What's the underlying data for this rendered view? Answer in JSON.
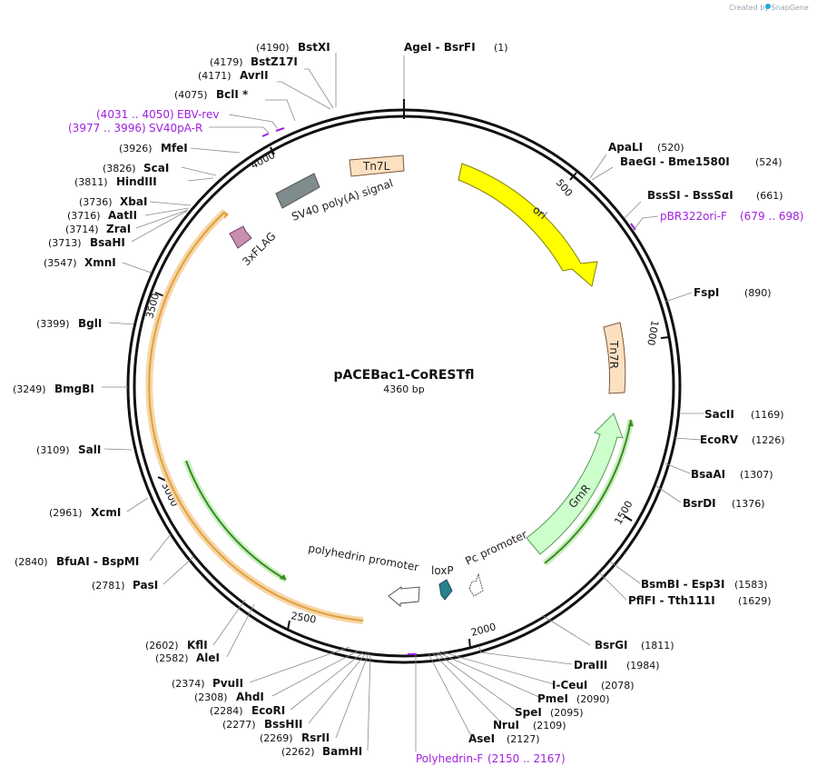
{
  "watermark": "Created by SnapGene",
  "plasmid": {
    "name": "pACEBac1-CoRESTfl",
    "length": "4360 bp"
  },
  "tick_labels": [
    "500",
    "1000",
    "1500",
    "2000",
    "2500",
    "3000",
    "3500",
    "4000"
  ],
  "features": [
    {
      "name": "SV40 poly(A) signal",
      "color": "#7f8c8d"
    },
    {
      "name": "Tn7L",
      "color": "#fde0c0"
    },
    {
      "name": "3xFLAG",
      "color": "#c890b0"
    },
    {
      "name": "ori",
      "color": "#ffff00"
    },
    {
      "name": "Tn7R",
      "color": "#fde0c0"
    },
    {
      "name": "GmR",
      "color": "#ccffcc"
    },
    {
      "name": "Pc promoter",
      "color": "#ffffff"
    },
    {
      "name": "loxP",
      "color": "#2a7f8f"
    },
    {
      "name": "polyhedrin promoter",
      "color": "#ffffff"
    }
  ],
  "enzymes": [
    {
      "name": "AgeI  -  BsrFI",
      "pos": "(1)"
    },
    {
      "name": "ApaLI",
      "pos": "(520)"
    },
    {
      "name": "BaeGI  -  Bme1580I",
      "pos": "(524)"
    },
    {
      "name": "BssSI  -  BssSαI",
      "pos": "(661)"
    },
    {
      "name": "FspI",
      "pos": "(890)"
    },
    {
      "name": "SacII",
      "pos": "(1169)"
    },
    {
      "name": "EcoRV",
      "pos": "(1226)"
    },
    {
      "name": "BsaAI",
      "pos": "(1307)"
    },
    {
      "name": "BsrDI",
      "pos": "(1376)"
    },
    {
      "name": "BsmBI  -  Esp3I",
      "pos": "(1583)"
    },
    {
      "name": "PflFI  -  Tth111I",
      "pos": "(1629)"
    },
    {
      "name": "BsrGI",
      "pos": "(1811)"
    },
    {
      "name": "DraIII",
      "pos": "(1984)"
    },
    {
      "name": "I-CeuI",
      "pos": "(2078)"
    },
    {
      "name": "PmeI",
      "pos": "(2090)"
    },
    {
      "name": "SpeI",
      "pos": "(2095)"
    },
    {
      "name": "NruI",
      "pos": "(2109)"
    },
    {
      "name": "AseI",
      "pos": "(2127)"
    },
    {
      "name": "BamHI",
      "pos": "(2262)"
    },
    {
      "name": "RsrII",
      "pos": "(2269)"
    },
    {
      "name": "BssHII",
      "pos": "(2277)"
    },
    {
      "name": "EcoRI",
      "pos": "(2284)"
    },
    {
      "name": "AhdI",
      "pos": "(2308)"
    },
    {
      "name": "PvuII",
      "pos": "(2374)"
    },
    {
      "name": "AleI",
      "pos": "(2582)"
    },
    {
      "name": "KflI",
      "pos": "(2602)"
    },
    {
      "name": "PasI",
      "pos": "(2781)"
    },
    {
      "name": "BfuAI  -  BspMI",
      "pos": "(2840)"
    },
    {
      "name": "XcmI",
      "pos": "(2961)"
    },
    {
      "name": "SalI",
      "pos": "(3109)"
    },
    {
      "name": "BmgBI",
      "pos": "(3249)"
    },
    {
      "name": "BglI",
      "pos": "(3399)"
    },
    {
      "name": "XmnI",
      "pos": "(3547)"
    },
    {
      "name": "BsaHI",
      "pos": "(3713)"
    },
    {
      "name": "ZraI",
      "pos": "(3714)"
    },
    {
      "name": "AatII",
      "pos": "(3716)"
    },
    {
      "name": "XbaI",
      "pos": "(3736)"
    },
    {
      "name": "HindIII",
      "pos": "(3811)"
    },
    {
      "name": "ScaI",
      "pos": "(3826)"
    },
    {
      "name": "MfeI",
      "pos": "(3926)"
    },
    {
      "name": "BclI *",
      "pos": "(4075)"
    },
    {
      "name": "AvrII",
      "pos": "(4171)"
    },
    {
      "name": "BstZ17I",
      "pos": "(4179)"
    },
    {
      "name": "BstXI",
      "pos": "(4190)"
    }
  ],
  "primers": [
    {
      "name": "EBV-rev",
      "pos": "(4031 .. 4050)"
    },
    {
      "name": "SV40pA-R",
      "pos": "(3977 .. 3996)"
    },
    {
      "name": "pBR322ori-F",
      "pos": "(679 .. 698)"
    },
    {
      "name": "Polyhedrin-F",
      "pos": "(2150 .. 2167)"
    }
  ]
}
